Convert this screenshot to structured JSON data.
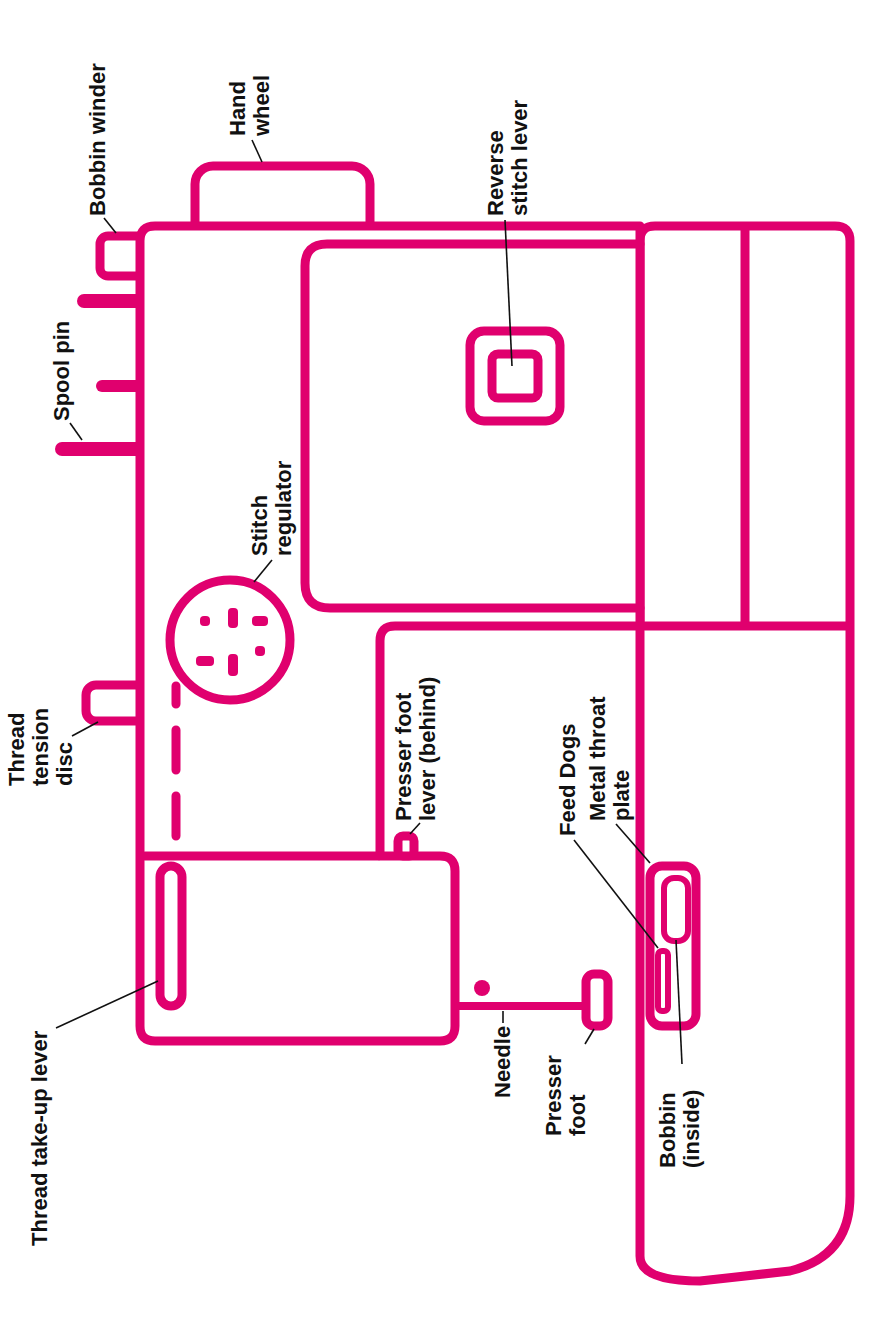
{
  "diagram": {
    "labels": [
      "Bobbin winder",
      "Hand wheel",
      "Spool pin",
      "Reverse stitch lever",
      "Stitch regulator",
      "Thread tension disc",
      "Presser foot lever (behind)",
      "Feed Dogs",
      "Metal throat plate",
      "Thread take-up lever",
      "Needle",
      "Presser foot",
      "Bobbin (inside)"
    ]
  }
}
